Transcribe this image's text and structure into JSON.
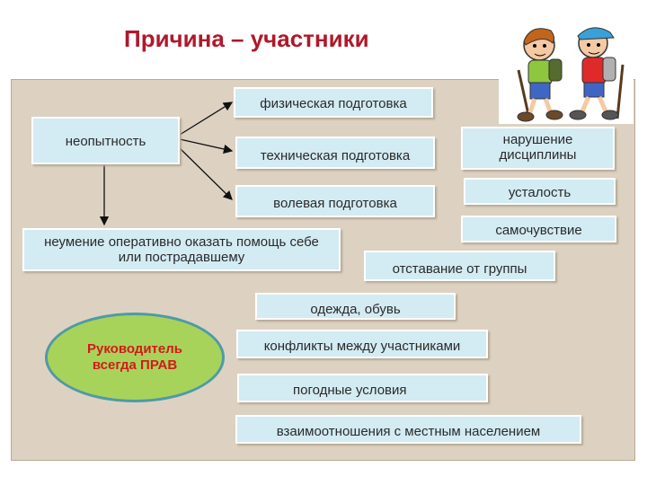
{
  "title": "Причина – участники",
  "boxes": {
    "inexperience": "неопытность",
    "physical": "физическая подготовка",
    "technical": "техническая подготовка",
    "willpower": "волевая подготовка",
    "help": "неумение оперативно оказать помощь себе или пострадавшему",
    "discipline": "нарушение дисциплины",
    "fatigue": "усталость",
    "wellbeing": "самочувствие",
    "lagging": "отставание от группы",
    "clothing": "одежда, обувь",
    "conflicts": "конфликты между участниками",
    "weather": "погодные условия",
    "locals": "взаимоотношения с местным населением"
  },
  "leader": "Руководитель всегда ПРАВ",
  "colors": {
    "title": "#b0182a",
    "panel": "#ddd2c2",
    "box": "#d3ebf3",
    "oval_fill": "#a8d35a",
    "oval_border": "#4f9aa6",
    "oval_text": "#d21a1a"
  },
  "icons": [
    "hikers-illustration"
  ]
}
